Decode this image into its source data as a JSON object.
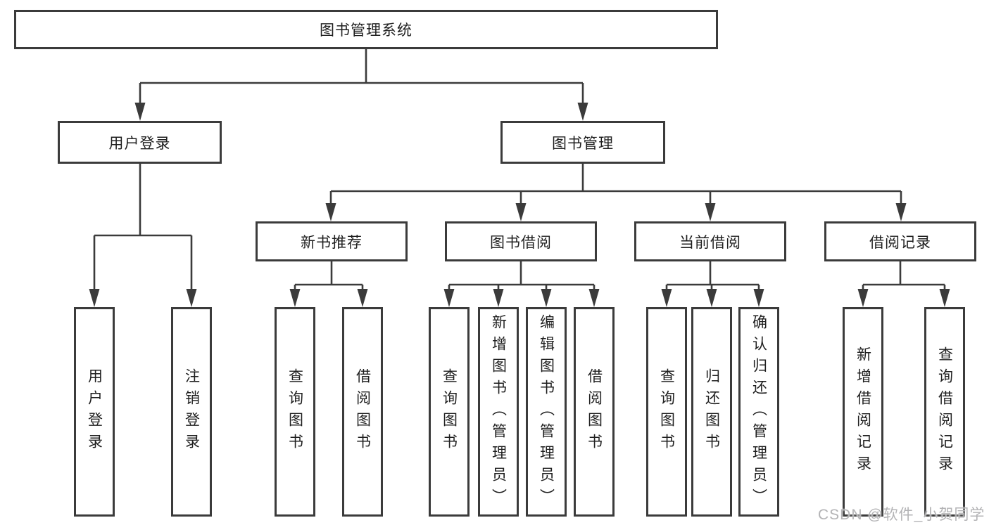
{
  "tree": {
    "label": "图书管理系统",
    "children": [
      {
        "label": "用户登录",
        "children": [
          {
            "label": "用户登录"
          },
          {
            "label": "注销登录"
          }
        ]
      },
      {
        "label": "图书管理",
        "children": [
          {
            "label": "新书推荐",
            "children": [
              {
                "label": "查询图书"
              },
              {
                "label": "借阅图书"
              }
            ]
          },
          {
            "label": "图书借阅",
            "children": [
              {
                "label": "查询图书"
              },
              {
                "label": "新增图书（管理员）"
              },
              {
                "label": "编辑图书（管理员）"
              },
              {
                "label": "借阅图书"
              }
            ]
          },
          {
            "label": "当前借阅",
            "children": [
              {
                "label": "查询图书"
              },
              {
                "label": "归还图书"
              },
              {
                "label": "确认归还（管理员）"
              }
            ]
          },
          {
            "label": "借阅记录",
            "children": [
              {
                "label": "新增借阅记录"
              },
              {
                "label": "查询借阅记录"
              }
            ]
          }
        ]
      }
    ]
  },
  "watermark": "CSDN @软件_小贺同学",
  "colors": {
    "line": "#3b3b3b",
    "text": "#1f1f1f",
    "watermark": "#b3b3b5",
    "background": "#ffffff"
  }
}
